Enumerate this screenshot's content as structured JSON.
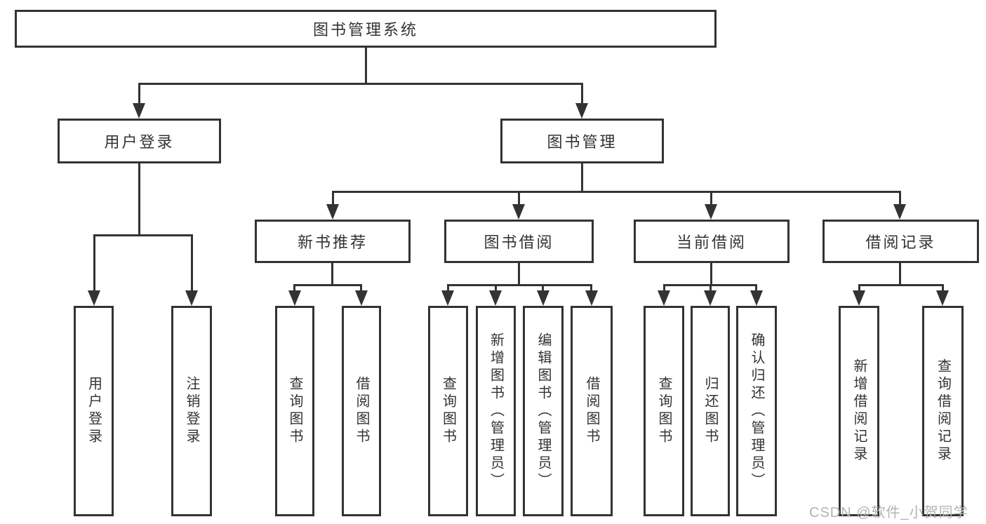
{
  "diagram": {
    "root": {
      "label": "图书管理系统"
    },
    "level2": [
      {
        "label": "用户登录"
      },
      {
        "label": "图书管理"
      }
    ],
    "level3": [
      {
        "label": "新书推荐"
      },
      {
        "label": "图书借阅"
      },
      {
        "label": "当前借阅"
      },
      {
        "label": "借阅记录"
      }
    ],
    "leaves": [
      {
        "label": "用户登录"
      },
      {
        "label": "注销登录"
      },
      {
        "label": "查询图书"
      },
      {
        "label": "借阅图书"
      },
      {
        "label": "查询图书"
      },
      {
        "label": "新增图书（管理员）"
      },
      {
        "label": "编辑图书（管理员）"
      },
      {
        "label": "借阅图书"
      },
      {
        "label": "查询图书"
      },
      {
        "label": "归还图书"
      },
      {
        "label": "确认归还（管理员）"
      },
      {
        "label": "新增借阅记录"
      },
      {
        "label": "查询借阅记录"
      }
    ],
    "colors": {
      "line": "#333333",
      "text": "#333333",
      "background": "#ffffff"
    }
  },
  "watermark": {
    "text": "CSDN @软件_小贺同学",
    "color": "#b3b3b3"
  }
}
